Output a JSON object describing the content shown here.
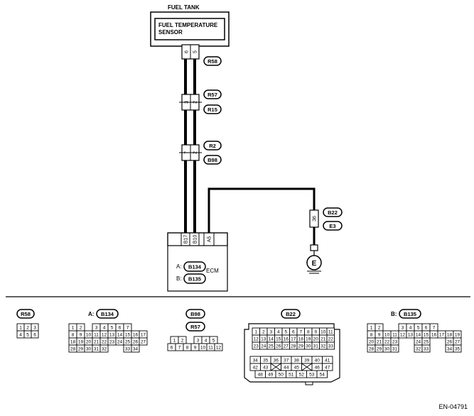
{
  "top": {
    "fuel_tank_label": "FUEL TANK",
    "sensor_label_line1": "FUEL TEMPERATURE",
    "sensor_label_line2": "SENSOR"
  },
  "connectors": {
    "r58": {
      "tag": "R58",
      "pins": [
        "6",
        "5"
      ]
    },
    "r57_r15": {
      "tags": [
        "R57",
        "R15"
      ],
      "pins": [
        "3",
        "2"
      ]
    },
    "r2_b98": {
      "tags": [
        "R2",
        "B98"
      ],
      "pins": [
        "7",
        "2"
      ]
    },
    "b22_e3": {
      "tags": [
        "B22",
        "E3"
      ],
      "pin": "36"
    }
  },
  "ecm": {
    "label": "ECM",
    "pins": [
      "B17",
      "B10",
      "A5"
    ],
    "legend": [
      {
        "prefix": "A:",
        "tag": "B134"
      },
      {
        "prefix": "B:",
        "tag": "B135"
      }
    ]
  },
  "ground_label": "E",
  "connector_views": {
    "r58": {
      "tag": "R58",
      "rows": [
        [
          "1",
          "2",
          "3"
        ],
        [
          "4",
          "5",
          "6"
        ]
      ]
    },
    "b134": {
      "prefix": "A:",
      "tag": "B134",
      "rows": [
        [
          "1",
          "2",
          "",
          "3",
          "4",
          "5",
          "6",
          "7"
        ],
        [
          "8",
          "9",
          "10",
          "11",
          "12",
          "13",
          "14",
          "15",
          "16",
          "17"
        ],
        [
          "18",
          "19",
          "20",
          "21",
          "22",
          "23",
          "24",
          "25",
          "26",
          "27"
        ],
        [
          "28",
          "29",
          "30",
          "31",
          "32",
          "",
          "33",
          "34"
        ]
      ]
    },
    "b98_r57": {
      "tags": [
        "B98",
        "R57"
      ],
      "rows": [
        [
          "1",
          "2",
          "",
          "3",
          "4",
          "5"
        ],
        [
          "6",
          "7",
          "8",
          "9",
          "10",
          "11",
          "12"
        ]
      ]
    },
    "b22": {
      "tag": "B22",
      "rows": [
        [
          "1",
          "2",
          "3",
          "4",
          "5",
          "6",
          "7",
          "8",
          "9",
          "10",
          "11"
        ],
        [
          "12",
          "13",
          "14",
          "15",
          "16",
          "17",
          "18",
          "19",
          "20",
          "21",
          "22"
        ],
        [
          "23",
          "24",
          "25",
          "26",
          "27",
          "28",
          "29",
          "30",
          "31",
          "32",
          "33"
        ],
        [
          "34",
          "35",
          "36",
          "37",
          "38",
          "39",
          "40",
          "41"
        ],
        [
          "42",
          "43",
          "44",
          "45",
          "46",
          "47"
        ],
        [
          "48",
          "49",
          "50",
          "51",
          "52",
          "53",
          "54"
        ]
      ]
    },
    "b135": {
      "prefix": "B:",
      "tag": "B135",
      "rows": [
        [
          "1",
          "2",
          "3",
          "4",
          "5",
          "6",
          "7"
        ],
        [
          "8",
          "9",
          "10",
          "11",
          "12",
          "13",
          "14",
          "15",
          "16",
          "17",
          "18",
          "19"
        ],
        [
          "20",
          "21",
          "22",
          "23",
          "24",
          "25",
          "26",
          "27"
        ],
        [
          "28",
          "29",
          "30",
          "31",
          "32",
          "33",
          "34",
          "35"
        ]
      ]
    }
  },
  "figure_id": "EN-04791"
}
